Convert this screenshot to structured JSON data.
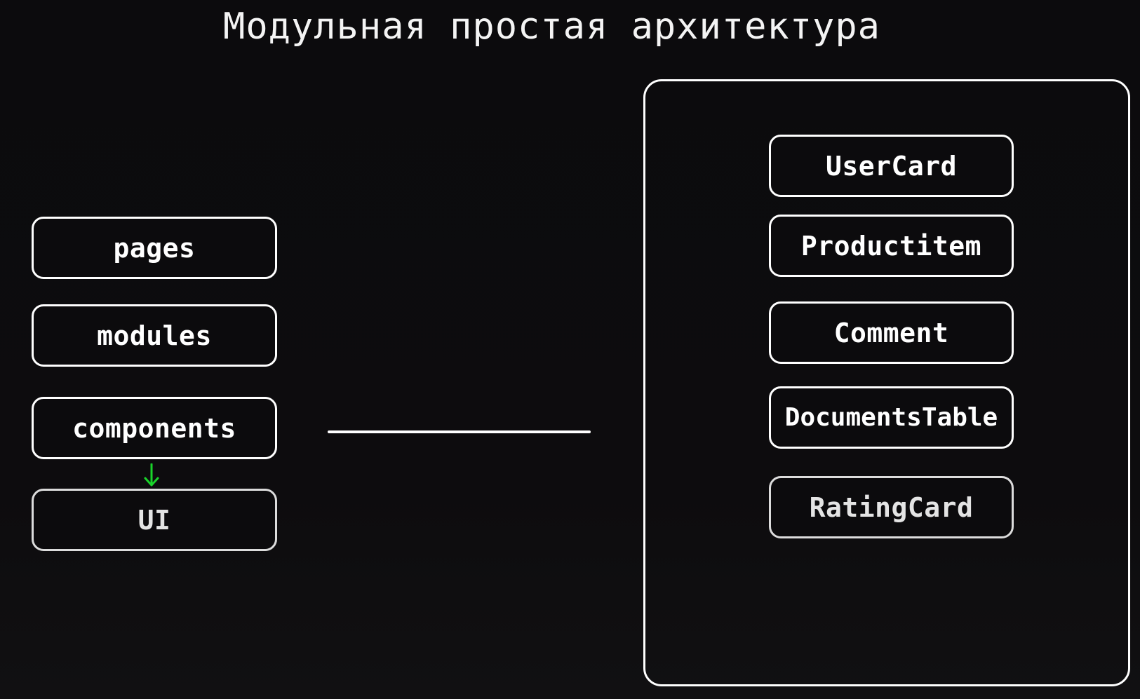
{
  "title": "Модульная простая архитектура",
  "layers": [
    "pages",
    "modules",
    "components",
    "UI"
  ],
  "components": [
    "UserCard",
    "Productitem",
    "Comment",
    "DocumentsTable",
    "RatingCard"
  ],
  "colors": {
    "background": "#0c0b0d",
    "stroke": "#ffffff",
    "arrow": "#19d42a"
  },
  "arrow_icon": "arrow-down-icon"
}
